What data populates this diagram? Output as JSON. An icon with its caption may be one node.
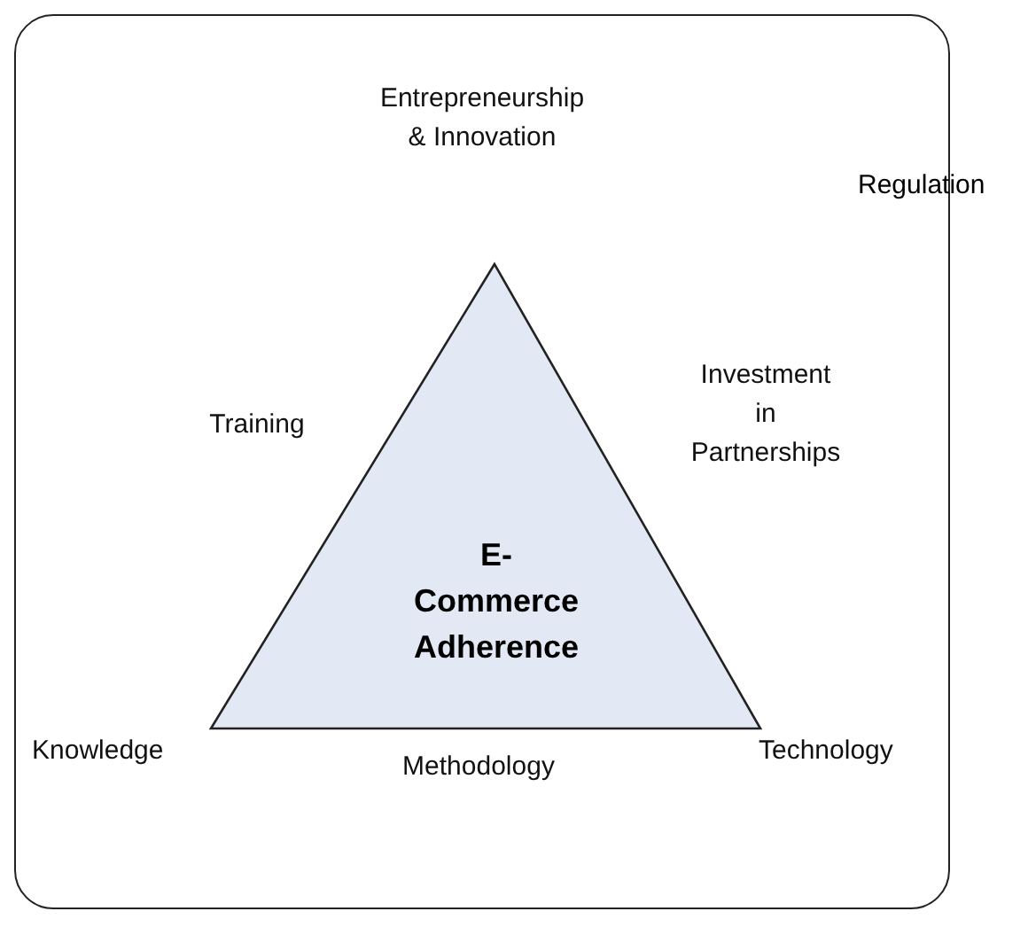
{
  "diagram": {
    "nodes": [
      {
        "text": [
          "Regulation"
        ]
      },
      {
        "text": [
          "E-Commerce Adherence"
        ],
        "in": 0
      }
    ],
    "edges": [],
    "labels": [
      "Entrepreneurship & Innovation",
      "Investment in Partnerships",
      "Training",
      "Knowledge",
      "Methodology",
      "Technology"
    ]
  }
}
